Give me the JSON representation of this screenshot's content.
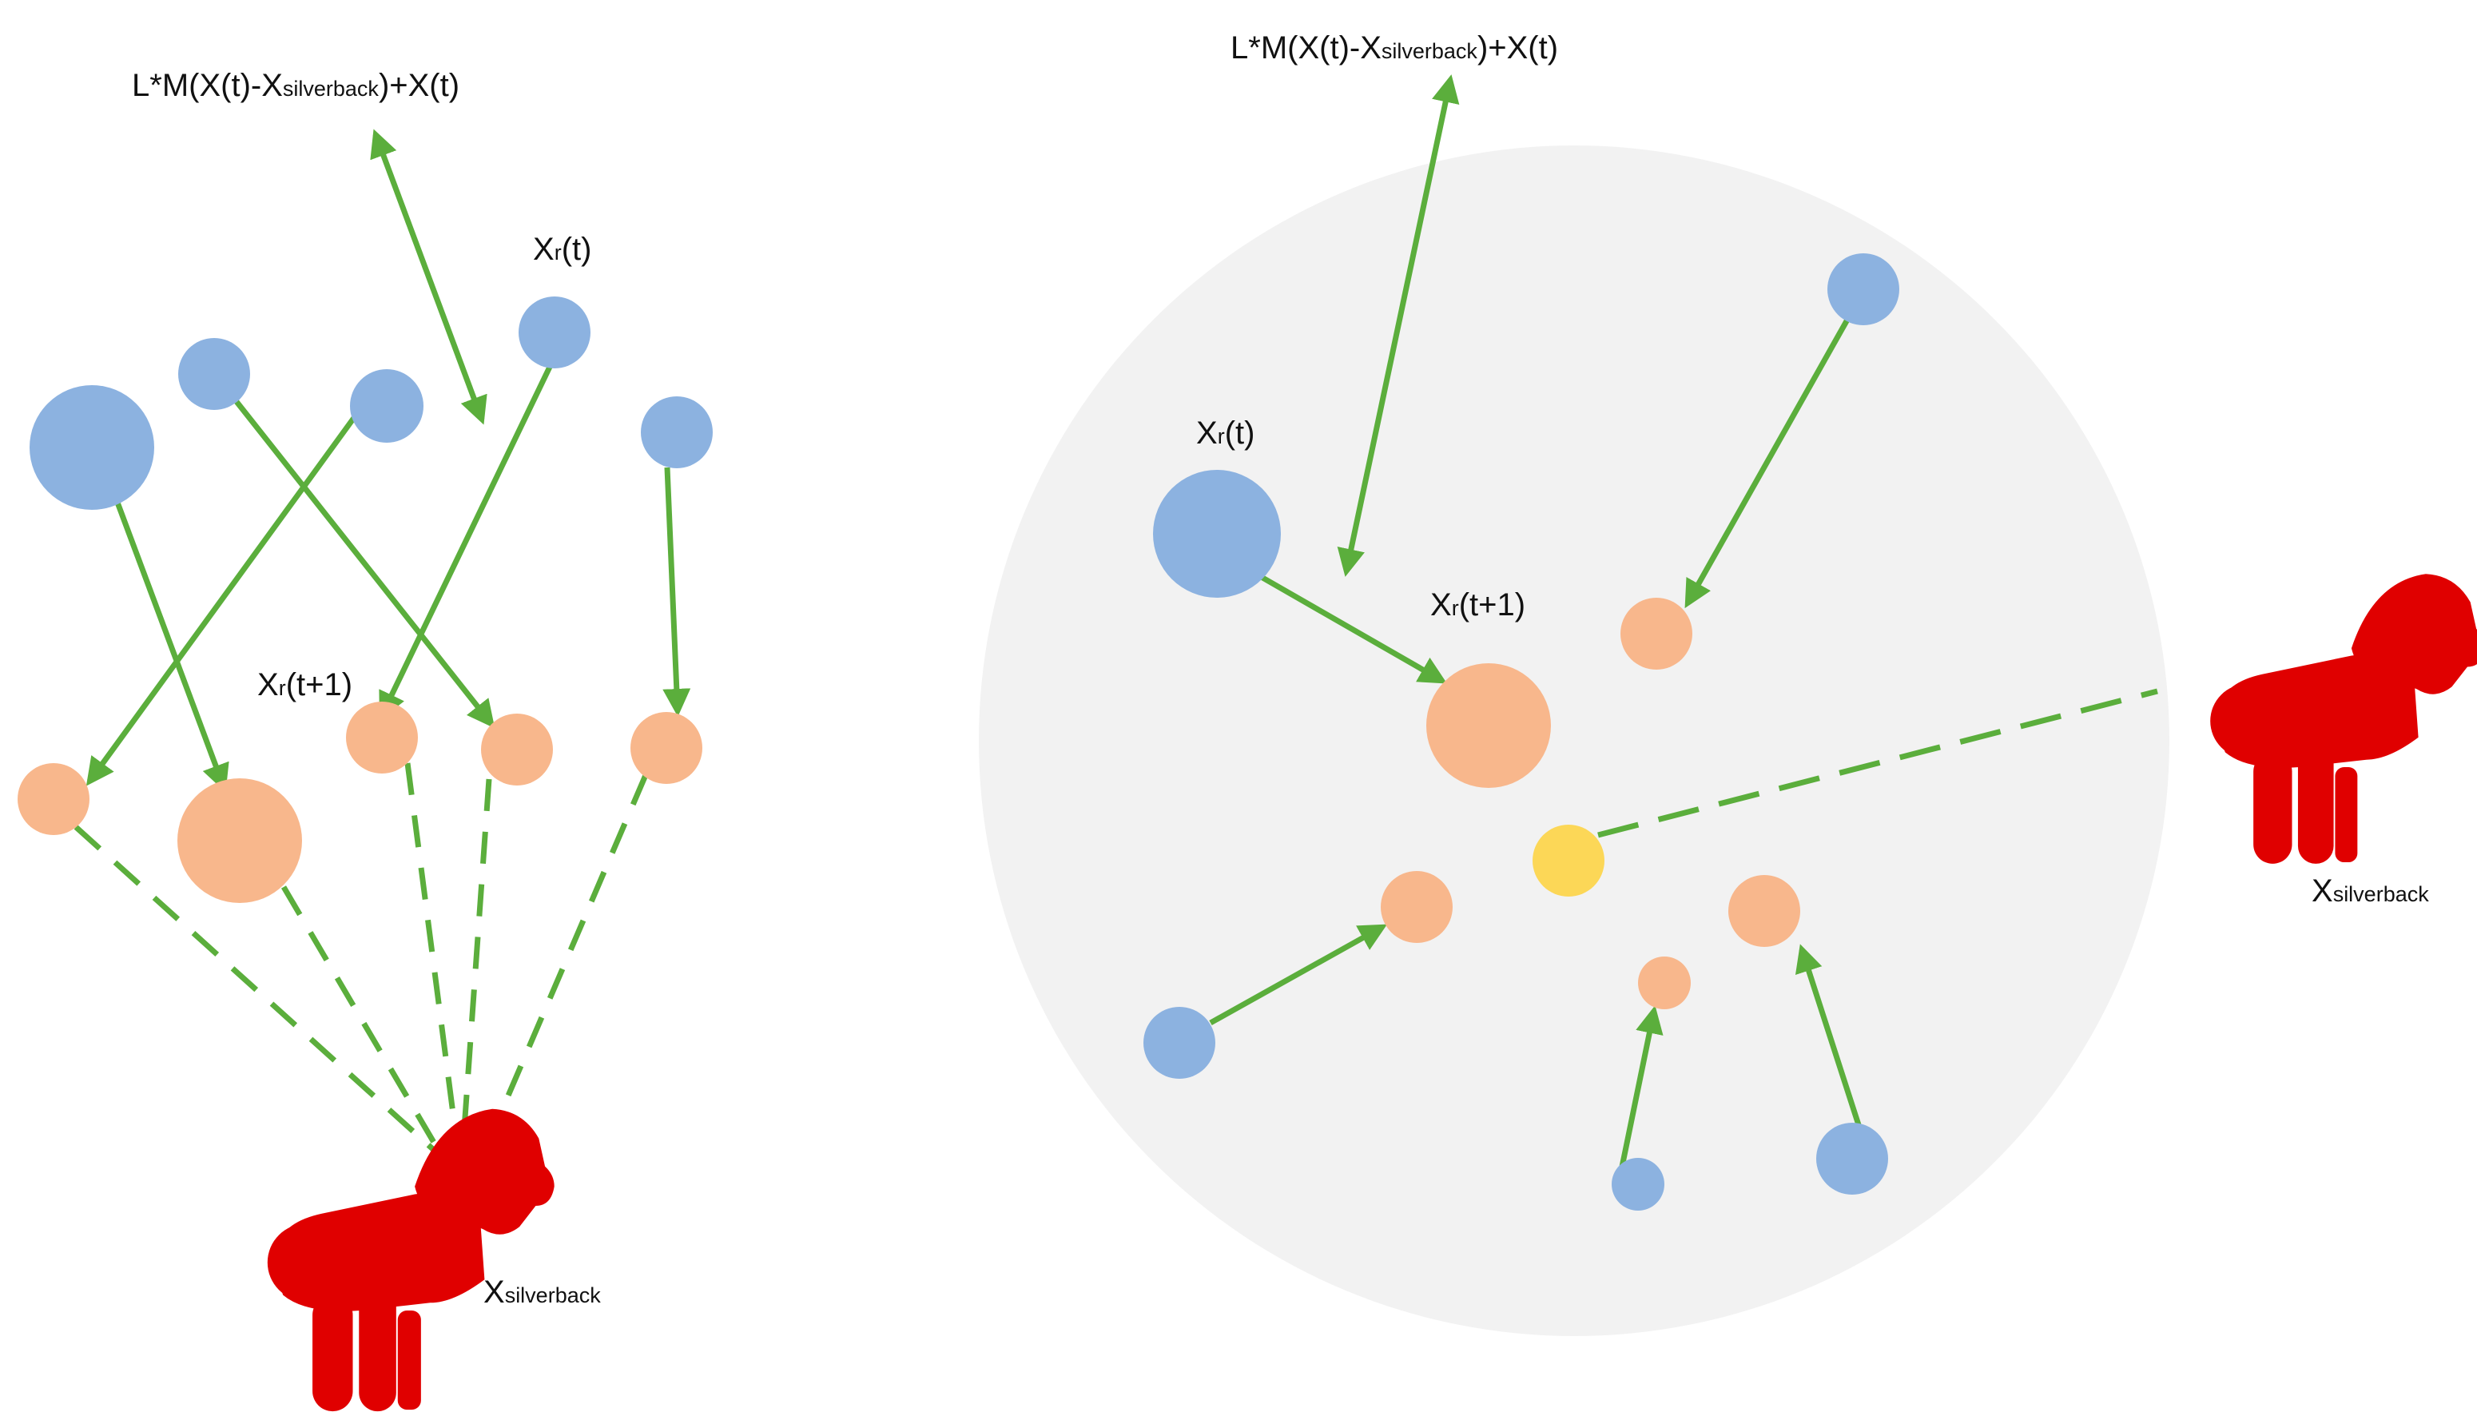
{
  "colors": {
    "explorer": "#8CB2E0",
    "candidate": "#F8B78C",
    "best": "#FCD757",
    "arrow": "#5BAE3C",
    "gorilla": "#E00000",
    "region": "#F2F2F2"
  },
  "labels": {
    "left_formula": {
      "main_a": "L*M(X(t)-X",
      "sub": "silverback",
      "main_b": ")+X(t)"
    },
    "left_xr_t": {
      "main_a": "X",
      "sub": "r",
      "main_b": "(t)"
    },
    "left_xr_t1": {
      "main_a": "X",
      "sub": "r",
      "main_b": "(t+1)"
    },
    "left_silverback": {
      "main_a": "X",
      "sub": "silverback",
      "main_b": ""
    },
    "right_formula": {
      "main_a": "L*M(X(t)-X",
      "sub": "silverback",
      "main_b": ")+X(t)"
    },
    "right_xr_t": {
      "main_a": "X",
      "sub": "r",
      "main_b": "(t)"
    },
    "right_xr_t1": {
      "main_a": "X",
      "sub": "r",
      "main_b": "(t+1)"
    },
    "right_silverback": {
      "main_a": "X",
      "sub": "silverback",
      "main_b": ""
    }
  },
  "icons": {
    "gorilla": "gorilla-icon"
  }
}
